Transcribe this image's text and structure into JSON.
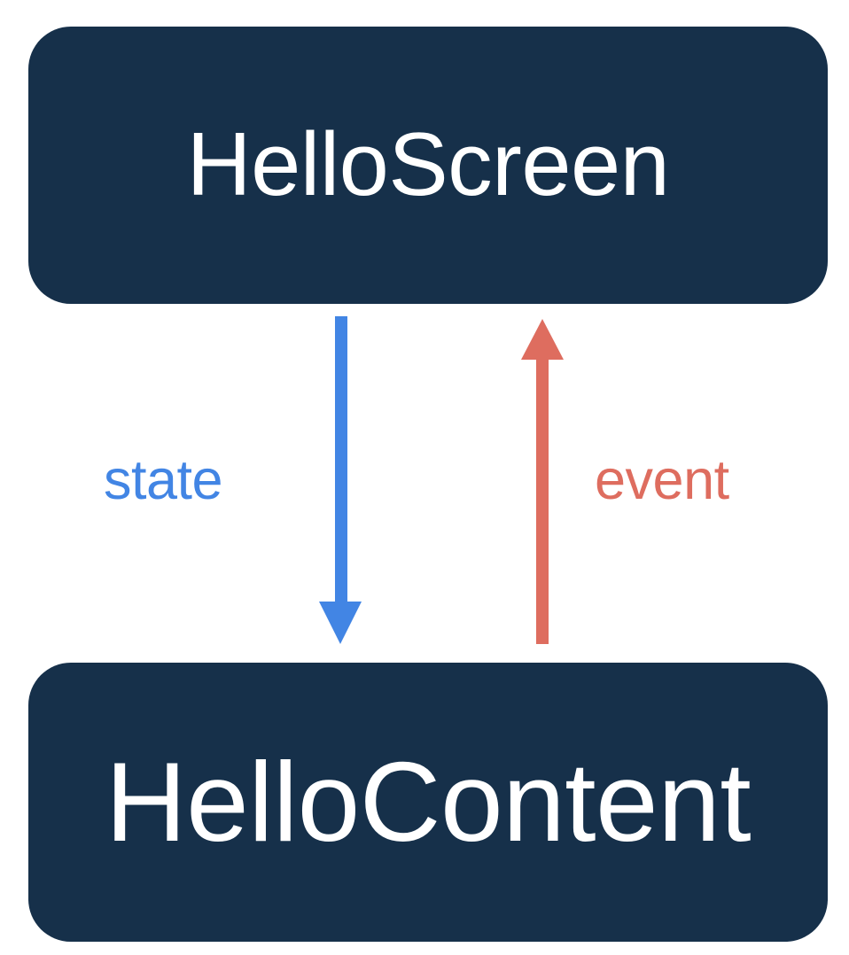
{
  "diagram": {
    "type": "flow-diagram",
    "background_color": "#ffffff",
    "nodes": [
      {
        "id": "hello-screen",
        "label": "HelloScreen",
        "fill_color": "#16304a",
        "text_color": "#ffffff",
        "shape": "rounded-rectangle"
      },
      {
        "id": "hello-content",
        "label": "HelloContent",
        "fill_color": "#16304a",
        "text_color": "#ffffff",
        "shape": "rounded-rectangle"
      }
    ],
    "edges": [
      {
        "id": "state-edge",
        "label": "state",
        "color": "#4285e4",
        "from": "hello-screen",
        "to": "hello-content",
        "direction": "down"
      },
      {
        "id": "event-edge",
        "label": "event",
        "color": "#de6d5f",
        "from": "hello-content",
        "to": "hello-screen",
        "direction": "up"
      }
    ]
  }
}
